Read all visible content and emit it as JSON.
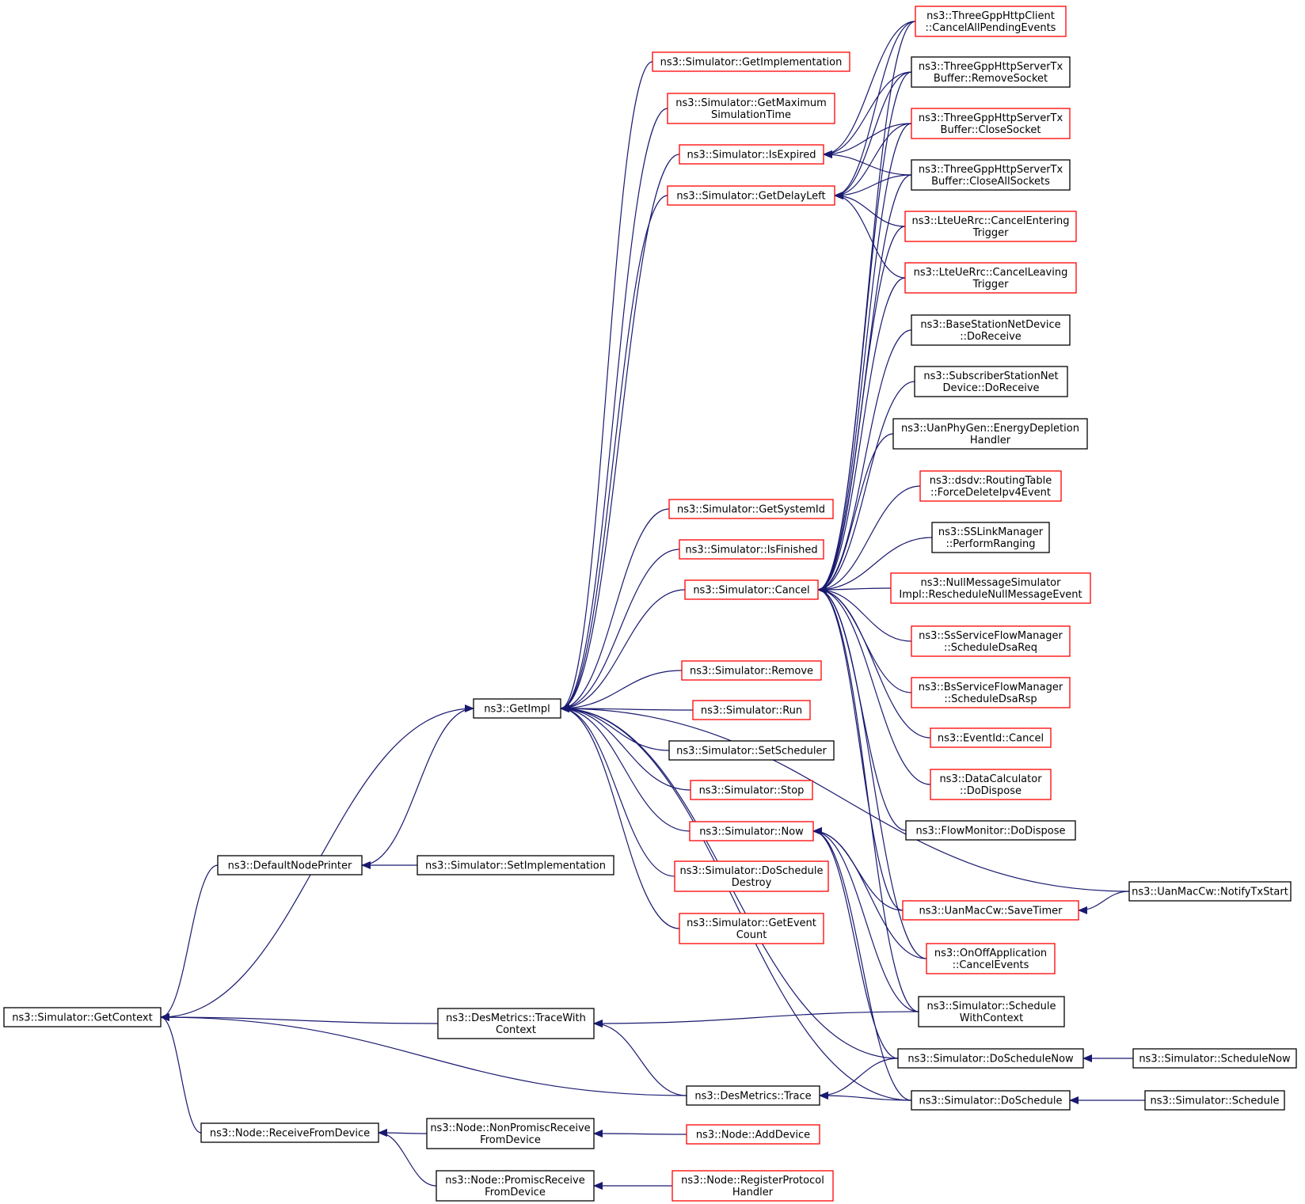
{
  "colors": {
    "edge": "#191970",
    "border_ref": "#ff0000",
    "border_plain": "#000000",
    "focus_fill": "#bfbfbf"
  },
  "nodes": {
    "getcontext": {
      "lines": [
        "ns3::Simulator::GetContext"
      ],
      "style": "focus"
    },
    "getimpl": {
      "lines": [
        "ns3::GetImpl"
      ],
      "style": "plain"
    },
    "defaultnodeprinter": {
      "lines": [
        "ns3::DefaultNodePrinter"
      ],
      "style": "plain"
    },
    "setimplementation": {
      "lines": [
        "ns3::Simulator::SetImplementation"
      ],
      "style": "plain"
    },
    "desmetrics_tracewithcontext": {
      "lines": [
        "ns3::DesMetrics::TraceWith",
        "Context"
      ],
      "style": "plain"
    },
    "desmetrics_trace": {
      "lines": [
        "ns3::DesMetrics::Trace"
      ],
      "style": "plain"
    },
    "node_receivefromdevice": {
      "lines": [
        "ns3::Node::ReceiveFromDevice"
      ],
      "style": "plain"
    },
    "node_nonpromisc": {
      "lines": [
        "ns3::Node::NonPromiscReceive",
        "FromDevice"
      ],
      "style": "plain"
    },
    "node_promisc": {
      "lines": [
        "ns3::Node::PromiscReceive",
        "FromDevice"
      ],
      "style": "plain"
    },
    "node_adddevice": {
      "lines": [
        "ns3::Node::AddDevice"
      ],
      "style": "ref"
    },
    "node_registerprotocol": {
      "lines": [
        "ns3::Node::RegisterProtocol",
        "Handler"
      ],
      "style": "ref"
    },
    "sim_getimplementation": {
      "lines": [
        "ns3::Simulator::GetImplementation"
      ],
      "style": "ref"
    },
    "sim_getmaximum": {
      "lines": [
        "ns3::Simulator::GetMaximum",
        "SimulationTime"
      ],
      "style": "ref"
    },
    "sim_isexpired": {
      "lines": [
        "ns3::Simulator::IsExpired"
      ],
      "style": "ref"
    },
    "sim_getdelayleft": {
      "lines": [
        "ns3::Simulator::GetDelayLeft"
      ],
      "style": "ref"
    },
    "sim_getsystemid": {
      "lines": [
        "ns3::Simulator::GetSystemId"
      ],
      "style": "ref"
    },
    "sim_isfinished": {
      "lines": [
        "ns3::Simulator::IsFinished"
      ],
      "style": "ref"
    },
    "sim_cancel": {
      "lines": [
        "ns3::Simulator::Cancel"
      ],
      "style": "ref"
    },
    "sim_remove": {
      "lines": [
        "ns3::Simulator::Remove"
      ],
      "style": "ref"
    },
    "sim_run": {
      "lines": [
        "ns3::Simulator::Run"
      ],
      "style": "ref"
    },
    "sim_setscheduler": {
      "lines": [
        "ns3::Simulator::SetScheduler"
      ],
      "style": "plain"
    },
    "sim_stop": {
      "lines": [
        "ns3::Simulator::Stop"
      ],
      "style": "ref"
    },
    "sim_now": {
      "lines": [
        "ns3::Simulator::Now"
      ],
      "style": "ref"
    },
    "sim_doscheduledestroy": {
      "lines": [
        "ns3::Simulator::DoSchedule",
        "Destroy"
      ],
      "style": "ref"
    },
    "sim_geteventcount": {
      "lines": [
        "ns3::Simulator::GetEvent",
        "Count"
      ],
      "style": "ref"
    },
    "http_client_cancel": {
      "lines": [
        "ns3::ThreeGppHttpClient",
        "::CancelAllPendingEvents"
      ],
      "style": "ref"
    },
    "http_server_remove": {
      "lines": [
        "ns3::ThreeGppHttpServerTx",
        "Buffer::RemoveSocket"
      ],
      "style": "plain"
    },
    "http_server_close": {
      "lines": [
        "ns3::ThreeGppHttpServerTx",
        "Buffer::CloseSocket"
      ],
      "style": "ref"
    },
    "http_server_closeall": {
      "lines": [
        "ns3::ThreeGppHttpServerTx",
        "Buffer::CloseAllSockets"
      ],
      "style": "plain"
    },
    "lte_cancelentering": {
      "lines": [
        "ns3::LteUeRrc::CancelEntering",
        "Trigger"
      ],
      "style": "ref"
    },
    "lte_cancelleaving": {
      "lines": [
        "ns3::LteUeRrc::CancelLeaving",
        "Trigger"
      ],
      "style": "ref"
    },
    "bs_doreceive": {
      "lines": [
        "ns3::BaseStationNetDevice",
        "::DoReceive"
      ],
      "style": "plain"
    },
    "ss_doreceive": {
      "lines": [
        "ns3::SubscriberStationNet",
        "Device::DoReceive"
      ],
      "style": "plain"
    },
    "uan_energy": {
      "lines": [
        "ns3::UanPhyGen::EnergyDepletion",
        "Handler"
      ],
      "style": "plain"
    },
    "dsdv_force": {
      "lines": [
        "ns3::dsdv::RoutingTable",
        "::ForceDeleteIpv4Event"
      ],
      "style": "ref"
    },
    "ss_ranging": {
      "lines": [
        "ns3::SSLinkManager",
        "::PerformRanging"
      ],
      "style": "plain"
    },
    "nullmsg": {
      "lines": [
        "ns3::NullMessageSimulator",
        "Impl::RescheduleNullMessageEvent"
      ],
      "style": "ref"
    },
    "ss_dsareq": {
      "lines": [
        "ns3::SsServiceFlowManager",
        "::ScheduleDsaReq"
      ],
      "style": "ref"
    },
    "bs_dsarsp": {
      "lines": [
        "ns3::BsServiceFlowManager",
        "::ScheduleDsaRsp"
      ],
      "style": "ref"
    },
    "eventid_cancel": {
      "lines": [
        "ns3::EventId::Cancel"
      ],
      "style": "ref"
    },
    "datacalc": {
      "lines": [
        "ns3::DataCalculator",
        "::DoDispose"
      ],
      "style": "ref"
    },
    "flowmon": {
      "lines": [
        "ns3::FlowMonitor::DoDispose"
      ],
      "style": "plain"
    },
    "uan_savetimer": {
      "lines": [
        "ns3::UanMacCw::SaveTimer"
      ],
      "style": "ref"
    },
    "uan_notifytx": {
      "lines": [
        "ns3::UanMacCw::NotifyTxStart"
      ],
      "style": "plain"
    },
    "onoff_cancel": {
      "lines": [
        "ns3::OnOffApplication",
        "::CancelEvents"
      ],
      "style": "ref"
    },
    "sim_schedulewithcontext": {
      "lines": [
        "ns3::Simulator::Schedule",
        "WithContext"
      ],
      "style": "plain"
    },
    "sim_doschedulenow": {
      "lines": [
        "ns3::Simulator::DoScheduleNow"
      ],
      "style": "plain"
    },
    "sim_schedulenow": {
      "lines": [
        "ns3::Simulator::ScheduleNow"
      ],
      "style": "plain"
    },
    "sim_doschedule": {
      "lines": [
        "ns3::Simulator::DoSchedule"
      ],
      "style": "plain"
    },
    "sim_schedule": {
      "lines": [
        "ns3::Simulator::Schedule"
      ],
      "style": "plain"
    }
  },
  "edges": [
    [
      "getimpl",
      "getcontext"
    ],
    [
      "defaultnodeprinter",
      "getcontext"
    ],
    [
      "desmetrics_tracewithcontext",
      "getcontext"
    ],
    [
      "desmetrics_trace",
      "getcontext"
    ],
    [
      "node_receivefromdevice",
      "getcontext"
    ],
    [
      "defaultnodeprinter",
      "getimpl"
    ],
    [
      "setimplementation",
      "defaultnodeprinter"
    ],
    [
      "desmetrics_trace",
      "desmetrics_tracewithcontext"
    ],
    [
      "sim_schedulewithcontext",
      "desmetrics_tracewithcontext"
    ],
    [
      "sim_doschedulenow",
      "desmetrics_trace"
    ],
    [
      "sim_doschedule",
      "desmetrics_trace"
    ],
    [
      "node_nonpromisc",
      "node_receivefromdevice"
    ],
    [
      "node_promisc",
      "node_receivefromdevice"
    ],
    [
      "node_adddevice",
      "node_nonpromisc"
    ],
    [
      "node_registerprotocol",
      "node_promisc"
    ],
    [
      "sim_getimplementation",
      "getimpl"
    ],
    [
      "sim_getmaximum",
      "getimpl"
    ],
    [
      "sim_isexpired",
      "getimpl"
    ],
    [
      "sim_getdelayleft",
      "getimpl"
    ],
    [
      "sim_getsystemid",
      "getimpl"
    ],
    [
      "sim_isfinished",
      "getimpl"
    ],
    [
      "sim_cancel",
      "getimpl"
    ],
    [
      "sim_remove",
      "getimpl"
    ],
    [
      "sim_run",
      "getimpl"
    ],
    [
      "sim_setscheduler",
      "getimpl"
    ],
    [
      "sim_stop",
      "getimpl"
    ],
    [
      "sim_now",
      "getimpl"
    ],
    [
      "sim_doscheduledestroy",
      "getimpl"
    ],
    [
      "sim_geteventcount",
      "getimpl"
    ],
    [
      "uan_notifytx",
      "getimpl"
    ],
    [
      "sim_doschedulenow",
      "getimpl"
    ],
    [
      "sim_doschedule",
      "getimpl"
    ],
    [
      "http_client_cancel",
      "sim_isexpired"
    ],
    [
      "http_server_remove",
      "sim_isexpired"
    ],
    [
      "http_server_close",
      "sim_isexpired"
    ],
    [
      "http_server_closeall",
      "sim_isexpired"
    ],
    [
      "http_client_cancel",
      "sim_getdelayleft"
    ],
    [
      "http_server_remove",
      "sim_getdelayleft"
    ],
    [
      "http_server_close",
      "sim_getdelayleft"
    ],
    [
      "http_server_closeall",
      "sim_getdelayleft"
    ],
    [
      "lte_cancelentering",
      "sim_getdelayleft"
    ],
    [
      "lte_cancelleaving",
      "sim_getdelayleft"
    ],
    [
      "http_client_cancel",
      "sim_cancel"
    ],
    [
      "http_server_remove",
      "sim_cancel"
    ],
    [
      "http_server_close",
      "sim_cancel"
    ],
    [
      "http_server_closeall",
      "sim_cancel"
    ],
    [
      "lte_cancelentering",
      "sim_cancel"
    ],
    [
      "lte_cancelleaving",
      "sim_cancel"
    ],
    [
      "bs_doreceive",
      "sim_cancel"
    ],
    [
      "ss_doreceive",
      "sim_cancel"
    ],
    [
      "uan_energy",
      "sim_cancel"
    ],
    [
      "dsdv_force",
      "sim_cancel"
    ],
    [
      "ss_ranging",
      "sim_cancel"
    ],
    [
      "nullmsg",
      "sim_cancel"
    ],
    [
      "ss_dsareq",
      "sim_cancel"
    ],
    [
      "bs_dsarsp",
      "sim_cancel"
    ],
    [
      "eventid_cancel",
      "sim_cancel"
    ],
    [
      "datacalc",
      "sim_cancel"
    ],
    [
      "flowmon",
      "sim_cancel"
    ],
    [
      "uan_savetimer",
      "sim_cancel"
    ],
    [
      "onoff_cancel",
      "sim_cancel"
    ],
    [
      "sim_schedulewithcontext",
      "sim_cancel"
    ],
    [
      "uan_savetimer",
      "sim_now"
    ],
    [
      "onoff_cancel",
      "sim_now"
    ],
    [
      "sim_schedulewithcontext",
      "sim_now"
    ],
    [
      "sim_doschedulenow",
      "sim_now"
    ],
    [
      "sim_doschedule",
      "sim_now"
    ],
    [
      "uan_notifytx",
      "uan_savetimer"
    ],
    [
      "sim_schedulenow",
      "sim_doschedulenow"
    ],
    [
      "sim_schedule",
      "sim_doschedule"
    ]
  ]
}
